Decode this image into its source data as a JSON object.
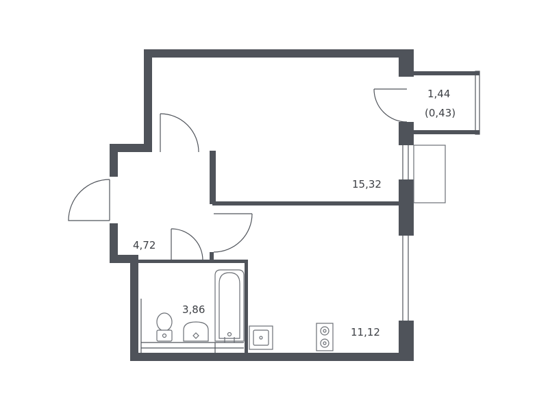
{
  "plan": {
    "rooms": [
      {
        "id": "living-room",
        "area": "15,32"
      },
      {
        "id": "kitchen",
        "area": "11,12"
      },
      {
        "id": "hallway",
        "area": "4,72"
      },
      {
        "id": "bathroom",
        "area": "3,86"
      },
      {
        "id": "balcony",
        "area": "1,44",
        "reduced_area": "(0,43)"
      }
    ],
    "colors": {
      "wall": "#4f535a",
      "background": "#ffffff",
      "text": "#3c3f44"
    }
  }
}
